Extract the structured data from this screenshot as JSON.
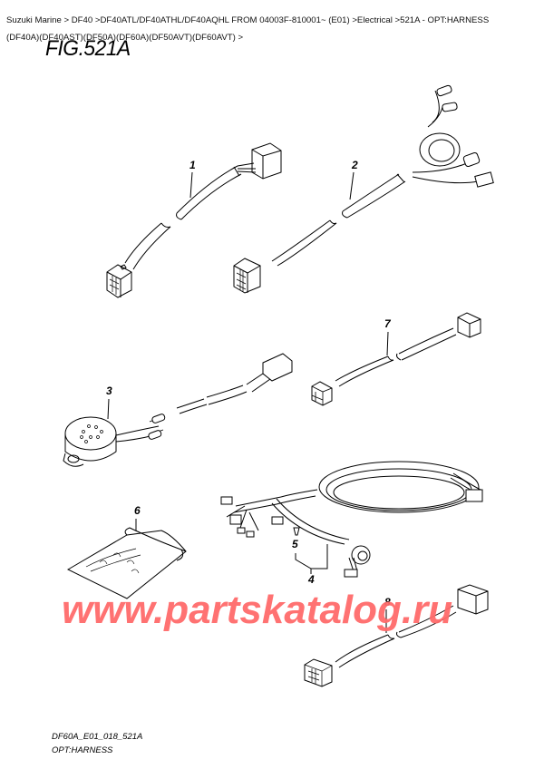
{
  "breadcrumb": {
    "items": [
      "Suzuki Marine",
      "DF40",
      "DF40ATL/DF40ATHL/DF40AQHL FROM 04003F-810001~ (E01)",
      "Electrical",
      "521A - OPT:HARNESS (DF40A)(DF40AST)(DF50A)(DF60A)(DF50AVT)(DF60AVT)"
    ],
    "line1": "Suzuki Marine > DF40 >DF40ATL/DF40ATHL/DF40AQHL FROM 04003F-810001~ (E01) >Electrical >521A - OPT:HARNESS",
    "line2": "(DF40A)(DF40AST)(DF50A)(DF60A)(DF50AVT)(DF60AVT) >"
  },
  "figure": {
    "title": "FIG.521A",
    "code": "DF60A_E01_018_521A",
    "name": "OPT:HARNESS"
  },
  "callouts": [
    {
      "id": "1",
      "label": "1",
      "part": "harness-with-connectors"
    },
    {
      "id": "2",
      "label": "2",
      "part": "main-harness-with-branch"
    },
    {
      "id": "3",
      "label": "3",
      "part": "buzzer"
    },
    {
      "id": "4",
      "label": "4",
      "part": "wire-harness-assy"
    },
    {
      "id": "5",
      "label": "5",
      "part": "clip"
    },
    {
      "id": "6",
      "label": "6",
      "part": "instruction-sheet"
    },
    {
      "id": "7",
      "label": "7",
      "part": "extension-harness-4pin"
    },
    {
      "id": "8",
      "label": "8",
      "part": "extension-harness-8pin"
    }
  ],
  "watermark": {
    "text": "www.partskatalog.ru",
    "color": "#ff6b6b"
  }
}
